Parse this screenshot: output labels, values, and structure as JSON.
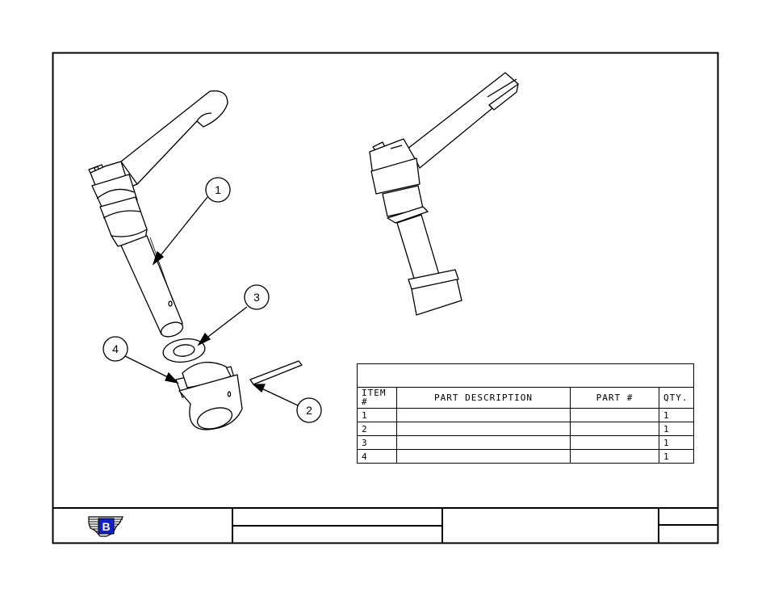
{
  "bom": {
    "headers": {
      "item": "ITEM #",
      "description": "PART DESCRIPTION",
      "part": "PART #",
      "qty": "QTY."
    },
    "rows": [
      {
        "item": "1",
        "description": "",
        "part": "",
        "qty": "1"
      },
      {
        "item": "2",
        "description": "",
        "part": "",
        "qty": "1"
      },
      {
        "item": "3",
        "description": "",
        "part": "",
        "qty": "1"
      },
      {
        "item": "4",
        "description": "",
        "part": "",
        "qty": "1"
      }
    ]
  },
  "balloons": {
    "b1": "1",
    "b2": "2",
    "b3": "3",
    "b4": "4"
  },
  "logo": {
    "letter": "B",
    "colors": {
      "blue": "#1020d0",
      "ink": "#000000"
    }
  }
}
